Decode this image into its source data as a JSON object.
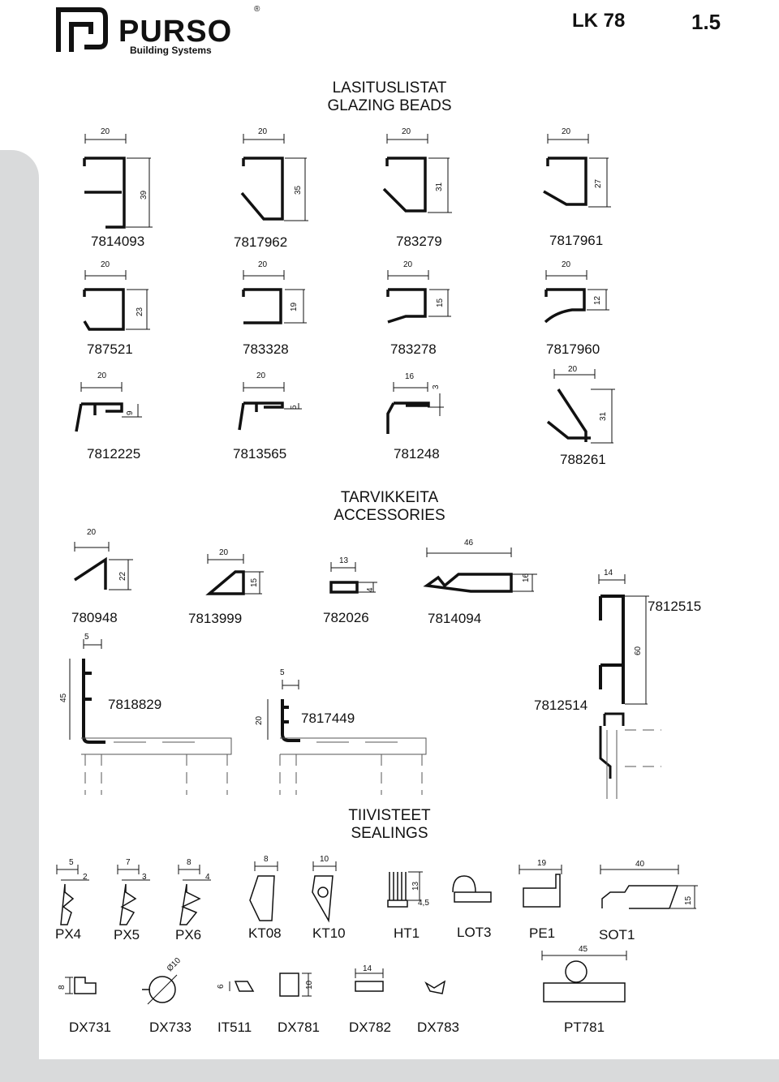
{
  "header": {
    "brand": "PURSO",
    "brand_sub": "Building Systems",
    "registered": "®",
    "page_id": "LK 78",
    "page_number": "1.5"
  },
  "sections": {
    "glazing": {
      "title_fi": "LASITUSLISTAT",
      "title_en": "GLAZING BEADS"
    },
    "accessories": {
      "title_fi": "TARVIKKEITA",
      "title_en": "ACCESSORIES"
    },
    "sealings": {
      "title_fi": "TIIVISTEET",
      "title_en": "SEALINGS"
    }
  },
  "glazing_beads": [
    {
      "code": "7814093",
      "w": "20",
      "h": "39"
    },
    {
      "code": "7817962",
      "w": "20",
      "h": "35"
    },
    {
      "code": "783279",
      "w": "20",
      "h": "31"
    },
    {
      "code": "7817961",
      "w": "20",
      "h": "27"
    },
    {
      "code": "787521",
      "w": "20",
      "h": "23"
    },
    {
      "code": "783328",
      "w": "20",
      "h": "19"
    },
    {
      "code": "783278",
      "w": "20",
      "h": "15"
    },
    {
      "code": "7817960",
      "w": "20",
      "h": "12"
    },
    {
      "code": "7812225",
      "w": "20",
      "h": "9"
    },
    {
      "code": "7813565",
      "w": "20",
      "h": "5"
    },
    {
      "code": "781248",
      "w": "16",
      "h": "3"
    },
    {
      "code": "788261",
      "w": "20",
      "h": "31"
    }
  ],
  "accessories": [
    {
      "code": "780948",
      "w": "20",
      "h": "22"
    },
    {
      "code": "7813999",
      "w": "20",
      "h": "15"
    },
    {
      "code": "782026",
      "w": "13",
      "h": "4"
    },
    {
      "code": "7814094",
      "w": "46",
      "h": "16"
    },
    {
      "code": "7812515",
      "w": "14",
      "h": "60"
    },
    {
      "code": "7818829",
      "w": "5",
      "h": "45"
    },
    {
      "code": "7817449",
      "w": "5",
      "h": "20"
    },
    {
      "code": "7812514"
    }
  ],
  "sealings": [
    {
      "code": "PX4",
      "d1": "5",
      "d2": "2"
    },
    {
      "code": "PX5",
      "d1": "7",
      "d2": "3"
    },
    {
      "code": "PX6",
      "d1": "8",
      "d2": "4"
    },
    {
      "code": "KT08",
      "d1": "8"
    },
    {
      "code": "KT10",
      "d1": "10"
    },
    {
      "code": "HT1",
      "d1": "13",
      "d2": "4,5"
    },
    {
      "code": "LOT3"
    },
    {
      "code": "PE1",
      "d1": "19"
    },
    {
      "code": "SOT1",
      "d1": "40",
      "d2": "15"
    },
    {
      "code": "DX731",
      "d1": "8"
    },
    {
      "code": "DX733",
      "d1": "Ø10"
    },
    {
      "code": "IT511",
      "d1": "6"
    },
    {
      "code": "DX781",
      "d1": "10"
    },
    {
      "code": "DX782",
      "d1": "14"
    },
    {
      "code": "DX783"
    },
    {
      "code": "PT781",
      "d1": "45"
    }
  ]
}
